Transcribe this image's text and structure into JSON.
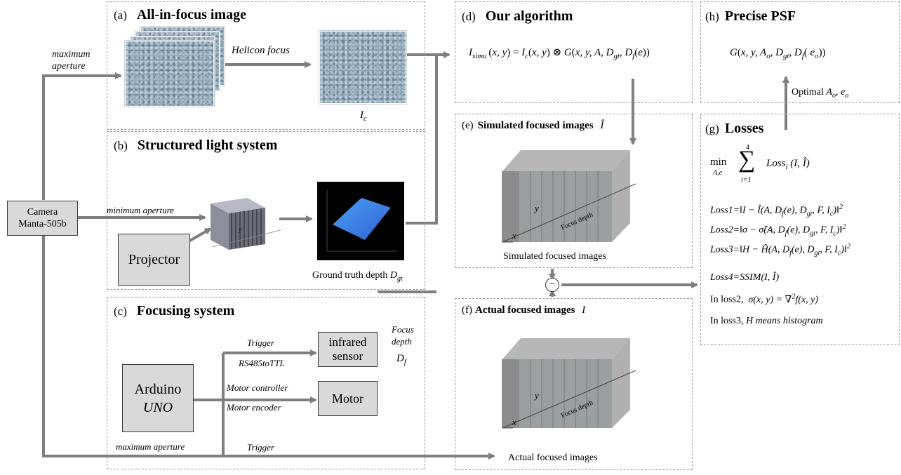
{
  "panels": {
    "a": {
      "tag": "(a)",
      "title": "All-in-focus image",
      "arrow_label": "Helicon focus",
      "result": "I_c"
    },
    "b": {
      "tag": "(b)",
      "title": "Structured light system",
      "depth_caption": "Ground truth depth D_gt"
    },
    "c": {
      "tag": "(c)",
      "title": "Focusing system"
    },
    "d": {
      "tag": "(d)",
      "title": "Our algorithm"
    },
    "e": {
      "tag": "(e)",
      "title": "Simulated focused images",
      "caption": "Simulated focused images",
      "axis_depth": "Focus depth",
      "axis_x": "x",
      "axis_y": "y"
    },
    "f": {
      "tag": "(f)",
      "title": "Actual focused images",
      "caption": "Actual focused images",
      "axis_depth": "Focus depth",
      "axis_x": "x",
      "axis_y": "y"
    },
    "g": {
      "tag": "(g)",
      "title": "Losses",
      "l4": "Loss4=SSIM(I, Î)",
      "l5_prefix": "In loss2,",
      "l6_prefix": "In loss3,",
      "l6_text": "H means histogram"
    },
    "h": {
      "tag": "(h)",
      "title": "Precise PSF",
      "optimal": "Optimal"
    }
  },
  "boxes": {
    "camera_line1": "Camera",
    "camera_line2": "Manta-505b",
    "projector": "Projector",
    "arduino_line1": "Arduino",
    "arduino_line2": "UNO",
    "infrared_line1": "infrared",
    "infrared_line2": "sensor",
    "motor": "Motor"
  },
  "labels": {
    "maximum_aperture_1": "maximum",
    "maximum_aperture_2": "aperture",
    "minimum_aperture": "minimum aperture",
    "maximum_aperture_bottom": "maximum aperture",
    "trigger_top": "Trigger",
    "rs485": "RS485toTTL",
    "motor_controller": "Motor controller",
    "motor_encoder": "Motor encoder",
    "trigger_bottom": "Trigger",
    "focus_depth_1": "Focus",
    "focus_depth_2": "depth",
    "minus": "−"
  },
  "colors": {
    "arrow": "#7f7f7f",
    "box_fill": "#d9d9d9",
    "panel_border": "#9a9a9a",
    "photo_base": "#8fa7b8",
    "depth_plane": "#3a7fd8"
  }
}
